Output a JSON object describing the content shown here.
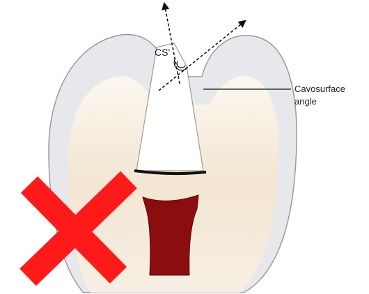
{
  "labels": {
    "cs_prime": "CS'",
    "cavosurface_line1": "Cavosurface",
    "cavosurface_line2": "angle"
  },
  "colors": {
    "enamel": "#e6e8ec",
    "enamel_outline": "#9a9a9a",
    "dentin": "#f3e9d8",
    "preparation": "#ffffff",
    "pulp": "#8b0d0d",
    "cross": "#ff1a1a",
    "line": "#111111"
  },
  "icons": {
    "rejection_mark": "red-x-icon"
  }
}
